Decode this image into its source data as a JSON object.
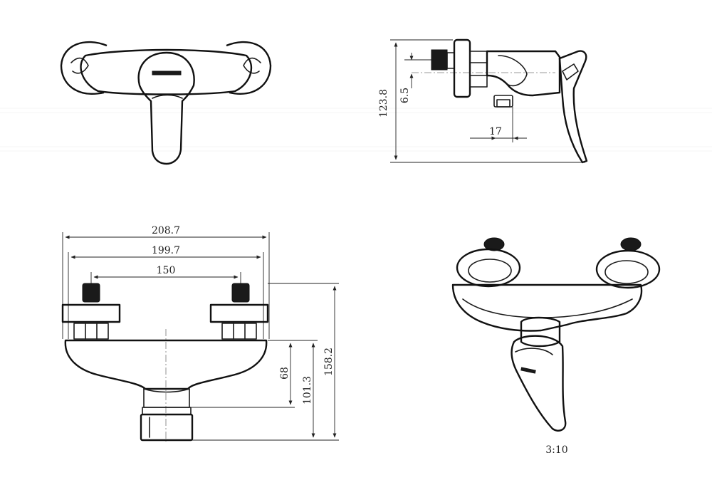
{
  "dimensions": {
    "side_height": "123.8",
    "side_offset": "6.5",
    "side_outlet": "17",
    "front_total_width": "208.7",
    "front_body_width": "199.7",
    "front_centers": "150",
    "front_body_height": "68",
    "front_outlet_height": "101.3",
    "front_total_height": "158.2"
  },
  "scale_label": "3:10",
  "colors": {
    "line": "#1a1a1a",
    "background": "#ffffff"
  }
}
